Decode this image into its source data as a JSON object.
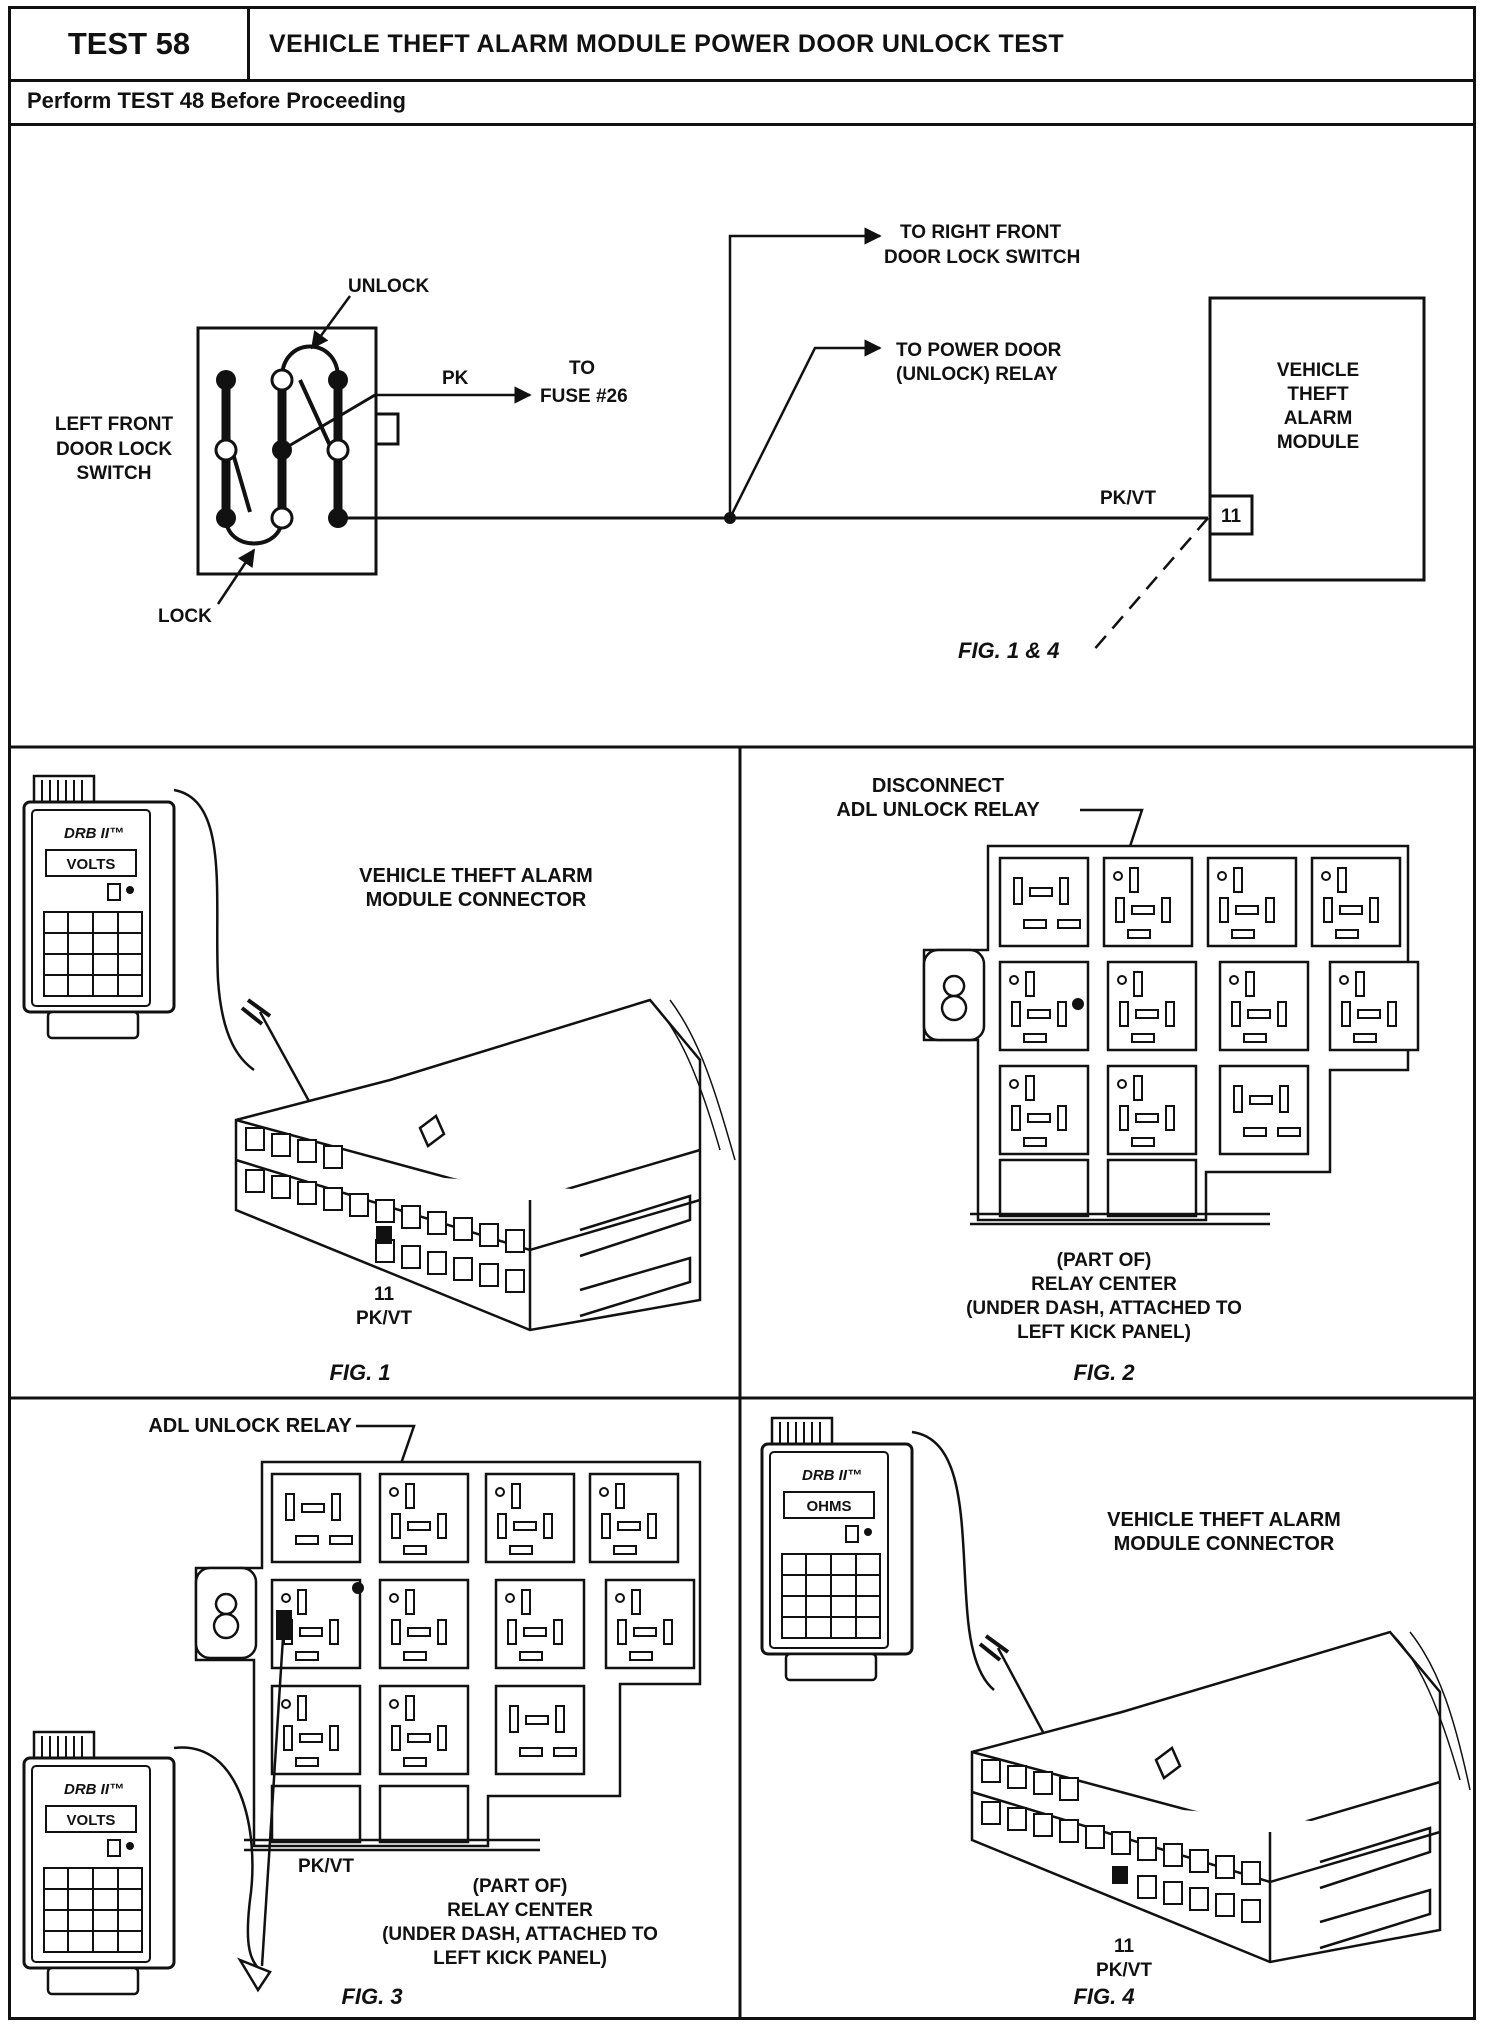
{
  "header": {
    "test_id": "TEST 58",
    "test_title": "VEHICLE THEFT ALARM MODULE POWER DOOR UNLOCK TEST",
    "prerequisite": "Perform TEST 48 Before Proceeding"
  },
  "schematic": {
    "unlock": "UNLOCK",
    "lock": "LOCK",
    "switch_label": [
      "LEFT FRONT",
      "DOOR LOCK",
      "SWITCH"
    ],
    "pk": "PK",
    "to": "TO",
    "fuse": "FUSE #26",
    "right_switch": [
      "TO RIGHT FRONT",
      "DOOR LOCK SWITCH"
    ],
    "relay": [
      "TO POWER DOOR",
      "(UNLOCK) RELAY"
    ],
    "module": [
      "VEHICLE",
      "THEFT",
      "ALARM",
      "MODULE"
    ],
    "pin": "11",
    "wire": "PK/VT",
    "fig_ref": "FIG. 1 & 4"
  },
  "fig1": {
    "meter_brand": "DRB II™",
    "meter_mode": "VOLTS",
    "title": [
      "VEHICLE THEFT ALARM",
      "MODULE CONNECTOR"
    ],
    "pin": "11",
    "wire": "PK/VT",
    "caption": "FIG. 1"
  },
  "fig2": {
    "callout": [
      "DISCONNECT",
      "ADL UNLOCK RELAY"
    ],
    "label": [
      "(PART OF)",
      "RELAY CENTER",
      "(UNDER DASH, ATTACHED TO",
      "LEFT KICK PANEL)"
    ],
    "caption": "FIG. 2"
  },
  "fig3": {
    "callout": "ADL UNLOCK RELAY",
    "meter_brand": "DRB II™",
    "meter_mode": "VOLTS",
    "wire": "PK/VT",
    "label": [
      "(PART OF)",
      "RELAY CENTER",
      "(UNDER DASH, ATTACHED TO",
      "LEFT KICK PANEL)"
    ],
    "caption": "FIG. 3"
  },
  "fig4": {
    "meter_brand": "DRB II™",
    "meter_mode": "OHMS",
    "title": [
      "VEHICLE THEFT ALARM",
      "MODULE CONNECTOR"
    ],
    "pin": "11",
    "wire": "PK/VT",
    "caption": "FIG. 4"
  }
}
